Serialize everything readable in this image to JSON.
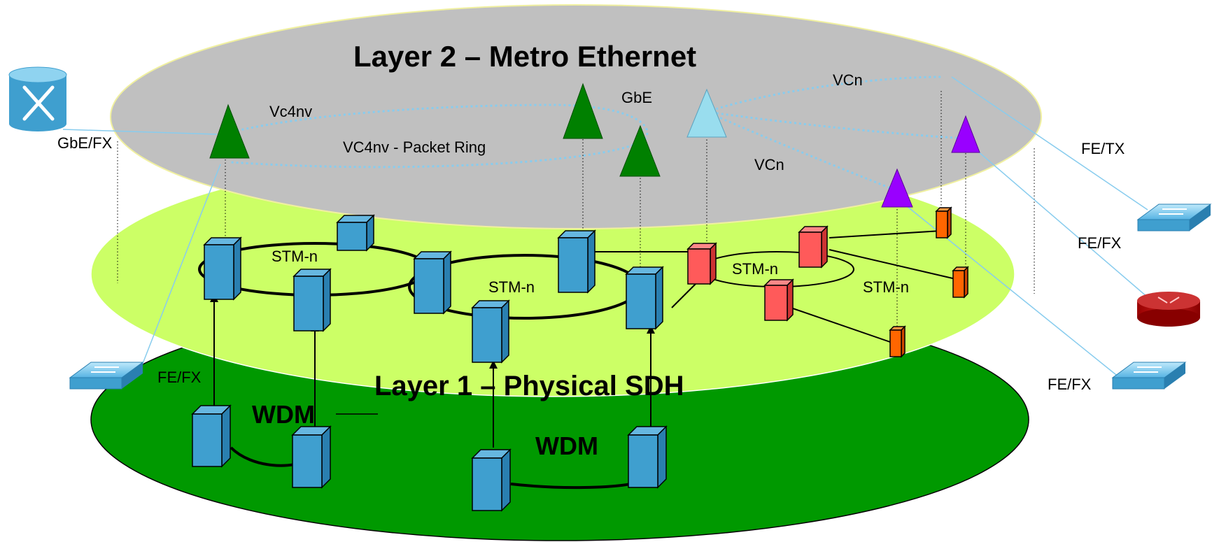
{
  "layers": {
    "layer2_title": "Layer 2 – Metro Ethernet",
    "layer1_title": "Layer 1 – Physical SDH",
    "wdm_left": "WDM",
    "wdm_right": "WDM"
  },
  "labels": {
    "vc4nv": "Vc4nv",
    "packet_ring": "VC4nv - Packet Ring",
    "gbe": "GbE",
    "vcn_top": "VCn",
    "vcn_mid": "VCn",
    "stm_left": "STM-n",
    "stm_center": "STM-n",
    "stm_right_inner": "STM-n",
    "stm_right_outer": "STM-n"
  },
  "ports": {
    "gbe_fx": "GbE/FX",
    "fe_fx_left": "FE/FX",
    "fe_tx": "FE/TX",
    "fe_fx_right_mid": "FE/FX",
    "fe_fx_right_bottom": "FE/FX"
  },
  "devices": {
    "icons": [
      "atm-switch-icon",
      "ethernet-switch-icon",
      "router-icon"
    ]
  },
  "colors": {
    "layer2_fill": "#c0c0c0",
    "layer1_fill": "#ccff66",
    "wdm_fill": "#009900",
    "sdh_node": "#3f9fcf",
    "red_node": "#ff5a5a",
    "orange_node": "#ff6600",
    "green_triangle": "#008000",
    "light_triangle": "#99ddee",
    "purple_triangle": "#9900ff",
    "link_cyan": "#88ccee"
  }
}
